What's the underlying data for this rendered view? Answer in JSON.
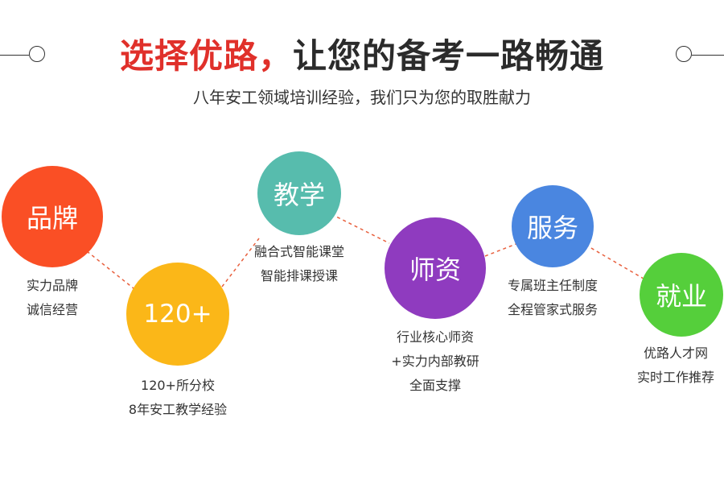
{
  "header": {
    "title_highlight": "选择优路，",
    "title_rest": "让您的备考一路畅通",
    "subtitle": "八年安工领域培训经验，我们只为您的取胜献力"
  },
  "colors": {
    "highlight": "#e0302a",
    "connector": "#e8603e",
    "node_brand": "#fa4f25",
    "node_campus": "#fbb718",
    "node_teaching": "#57bcad",
    "node_teachers": "#8f3bbf",
    "node_service": "#4a86e0",
    "node_employment": "#55cf3b"
  },
  "nodes": [
    {
      "id": "brand",
      "label": "品牌",
      "lines": [
        "实力品牌",
        "诚信经营"
      ]
    },
    {
      "id": "campus",
      "label": "120+",
      "lines": [
        "120+所分校",
        "8年安工教学经验"
      ]
    },
    {
      "id": "teaching",
      "label": "教学",
      "lines": [
        "融合式智能课堂",
        "智能排课授课"
      ]
    },
    {
      "id": "teachers",
      "label": "师资",
      "lines": [
        "行业核心师资",
        "+实力内部教研",
        "全面支撑"
      ]
    },
    {
      "id": "service",
      "label": "服务",
      "lines": [
        "专属班主任制度",
        "全程管家式服务"
      ]
    },
    {
      "id": "employment",
      "label": "就业",
      "lines": [
        "优路人才网",
        "实时工作推荐"
      ]
    }
  ]
}
